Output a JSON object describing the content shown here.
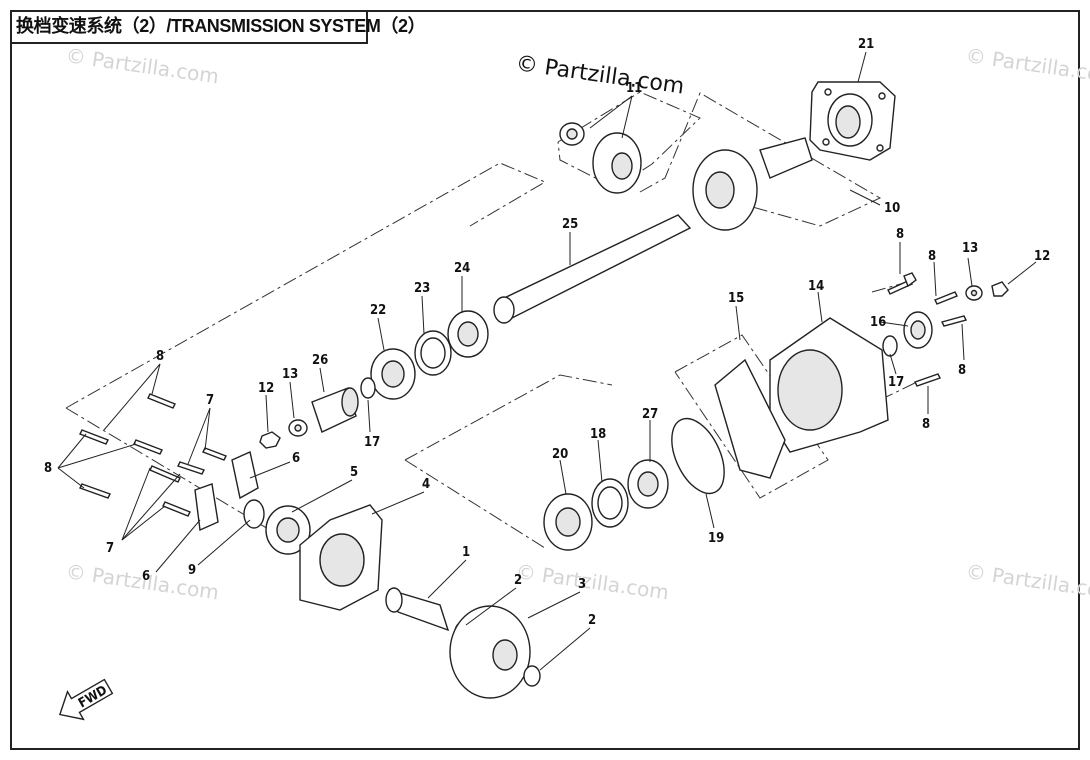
{
  "header": {
    "title": "换档变速系统（2）/TRANSMISSION SYSTEM（2）"
  },
  "watermarks": {
    "main": "© Partzilla.com",
    "faint": "© Partzilla.com"
  },
  "fwd_label": "FWD",
  "callouts": [
    "1",
    "2",
    "3",
    "2",
    "4",
    "5",
    "6",
    "6",
    "7",
    "7",
    "8",
    "8",
    "8",
    "9",
    "10",
    "11",
    "12",
    "13",
    "26",
    "17",
    "22",
    "23",
    "24",
    "25",
    "21",
    "8",
    "8",
    "13",
    "12",
    "14",
    "15",
    "16",
    "17",
    "8",
    "8",
    "18",
    "19",
    "20",
    "27"
  ]
}
